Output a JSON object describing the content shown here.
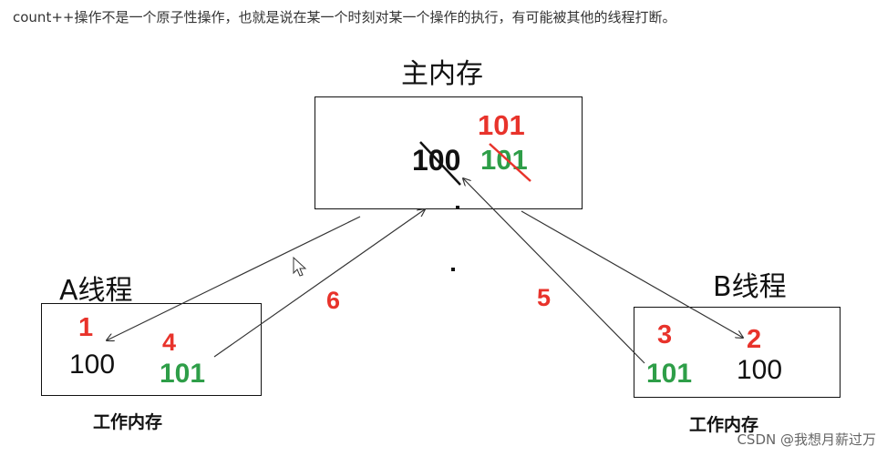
{
  "caption": "count++操作不是一个原子性操作，也就是说在某一个时刻对某一个操作的执行，有可能被其他的线程打断。",
  "main_memory": {
    "title": "主内存",
    "old_value": "100",
    "crossed_value": "101",
    "new_value": "101"
  },
  "thread_a": {
    "title": "A线程",
    "step_read": "1",
    "value_read": "100",
    "step_write": "4",
    "value_written": "101",
    "work_memory_label": "工作内存"
  },
  "thread_b": {
    "title": "B线程",
    "step_read": "2",
    "value_read": "100",
    "step_write": "3",
    "value_written": "101",
    "work_memory_label": "工作内存"
  },
  "arrow_labels": {
    "a_write_back": "6",
    "b_write_back": "5"
  },
  "watermark": "CSDN @我想月薪过万",
  "colors": {
    "red": "#e8332b",
    "green": "#2e9e48",
    "black": "#111111"
  }
}
